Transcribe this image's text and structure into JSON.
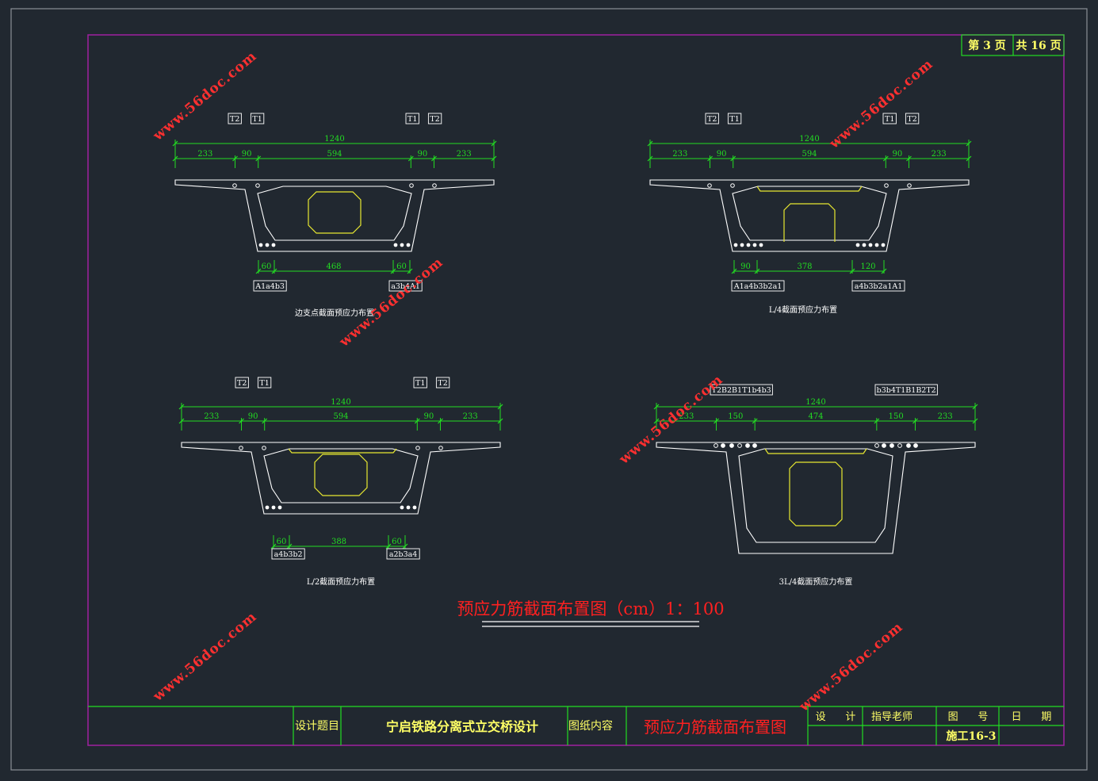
{
  "page": {
    "current": "第 3 页",
    "total": "共 16 页"
  },
  "watermark": "www.56doc.com",
  "sections": [
    {
      "caption": "边支点截面预应力布置",
      "tags_top_left": [
        "T2",
        "T1"
      ],
      "tags_top_right": [
        "T1",
        "T2"
      ],
      "overall": "1240",
      "segments": [
        "233",
        "90",
        "594",
        "90",
        "233"
      ],
      "bottom_dims": [
        "60",
        "468",
        "60"
      ],
      "bottom_tags": [
        "A1a4b3",
        "a3b4A1"
      ]
    },
    {
      "caption": "L/4截面预应力布置",
      "tags_top_left": [
        "T2",
        "T1"
      ],
      "tags_top_right": [
        "T1",
        "T2"
      ],
      "overall": "1240",
      "segments": [
        "233",
        "90",
        "594",
        "90",
        "233"
      ],
      "bottom_dims": [
        "90",
        "378",
        "120"
      ],
      "bottom_tags": [
        "A1a4b3b2a1",
        "a4b3b2a1A1"
      ]
    },
    {
      "caption": "L/2截面预应力布置",
      "tags_top_left": [
        "T2",
        "T1"
      ],
      "tags_top_right": [
        "T1",
        "T2"
      ],
      "overall": "1240",
      "segments": [
        "233",
        "90",
        "594",
        "90",
        "233"
      ],
      "bottom_dims": [
        "60",
        "388",
        "60"
      ],
      "bottom_tags": [
        "a4b3b2",
        "a2b3a4"
      ]
    },
    {
      "caption": "3L/4截面预应力布置",
      "tags_top_left": [
        "T2B2B1T1b4b3"
      ],
      "tags_top_right": [
        "b3b4T1B1B2T2"
      ],
      "overall": "1240",
      "segments": [
        "233",
        "150",
        "474",
        "150",
        "233"
      ],
      "bottom_dims": [],
      "bottom_tags": []
    }
  ],
  "main_title": "预应力筋截面布置图（cm）1：100",
  "title_block": {
    "design_topic_label": "设计题目",
    "design_topic": "宁启铁路分离式立交桥设计",
    "content_label": "图纸内容",
    "content": "预应力筋截面布置图",
    "designer_label": "设      计",
    "advisor_label": "指导老师",
    "drawing_no_label": "图      号",
    "date_label": "日      期",
    "drawing_no": "施工16-3"
  },
  "colors": {
    "background": "#212830",
    "frame": "#a020a0",
    "dimension": "#22dd22",
    "outline": "#ffffff",
    "duct": "#e8e830",
    "title": "#ff2020",
    "watermark": "#ff3030"
  }
}
